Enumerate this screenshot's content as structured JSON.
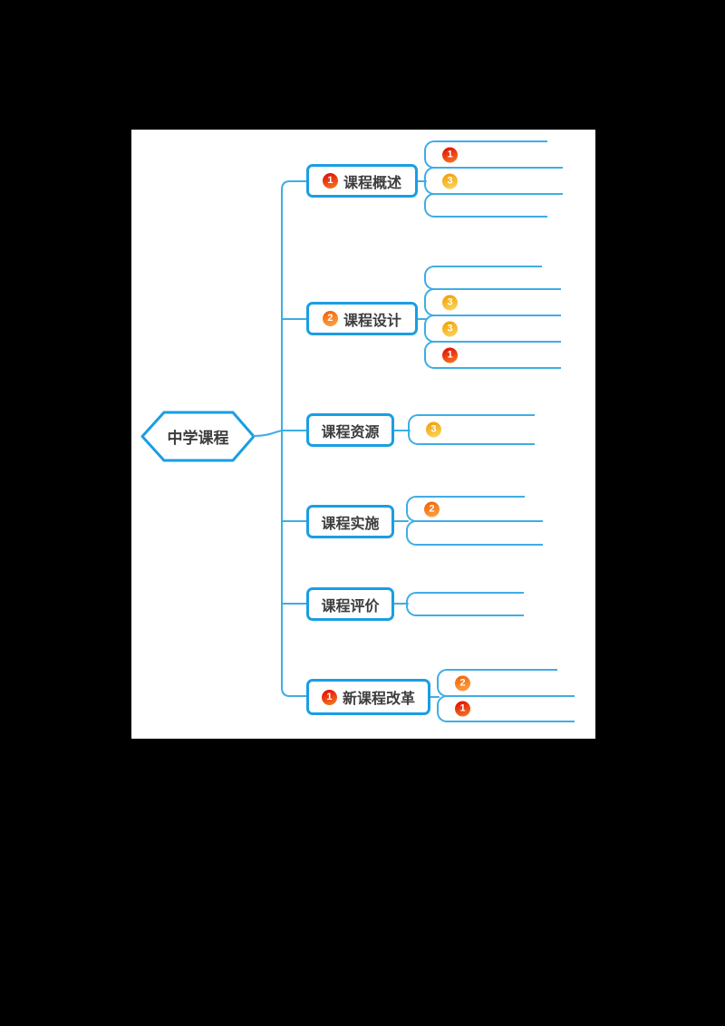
{
  "colors": {
    "background": "#000000",
    "canvas": "#ffffff",
    "accent_blue": "#1a9ee3",
    "line_blue": "#3fade4",
    "badge_red": "#e31708",
    "badge_orange": "#f4680d",
    "badge_yellow": "#f1a40f",
    "text": "#3d3d3d"
  },
  "root": {
    "label": "中学课程"
  },
  "branches": [
    {
      "label": "课程概述",
      "badge": {
        "color": "red",
        "number": "1"
      },
      "children": [
        {
          "badge": {
            "color": "red",
            "number": "1"
          }
        },
        {
          "badge": {
            "color": "yellow",
            "number": "3"
          }
        },
        {
          "badge": null
        }
      ]
    },
    {
      "label": "课程设计",
      "badge": {
        "color": "orange",
        "number": "2"
      },
      "children": [
        {
          "badge": null
        },
        {
          "badge": {
            "color": "yellow",
            "number": "3"
          }
        },
        {
          "badge": {
            "color": "yellow",
            "number": "3"
          }
        },
        {
          "badge": {
            "color": "red",
            "number": "1"
          }
        }
      ]
    },
    {
      "label": "课程资源",
      "badge": null,
      "children": [
        {
          "badge": {
            "color": "yellow",
            "number": "3"
          }
        }
      ]
    },
    {
      "label": "课程实施",
      "badge": null,
      "children": [
        {
          "badge": {
            "color": "orange",
            "number": "2"
          }
        },
        {
          "badge": null
        }
      ]
    },
    {
      "label": "课程评价",
      "badge": null,
      "children": [
        {
          "badge": null
        }
      ]
    },
    {
      "label": "新课程改革",
      "badge": {
        "color": "red",
        "number": "1"
      },
      "children": [
        {
          "badge": {
            "color": "orange",
            "number": "2"
          }
        },
        {
          "badge": {
            "color": "red",
            "number": "1"
          }
        }
      ]
    }
  ]
}
